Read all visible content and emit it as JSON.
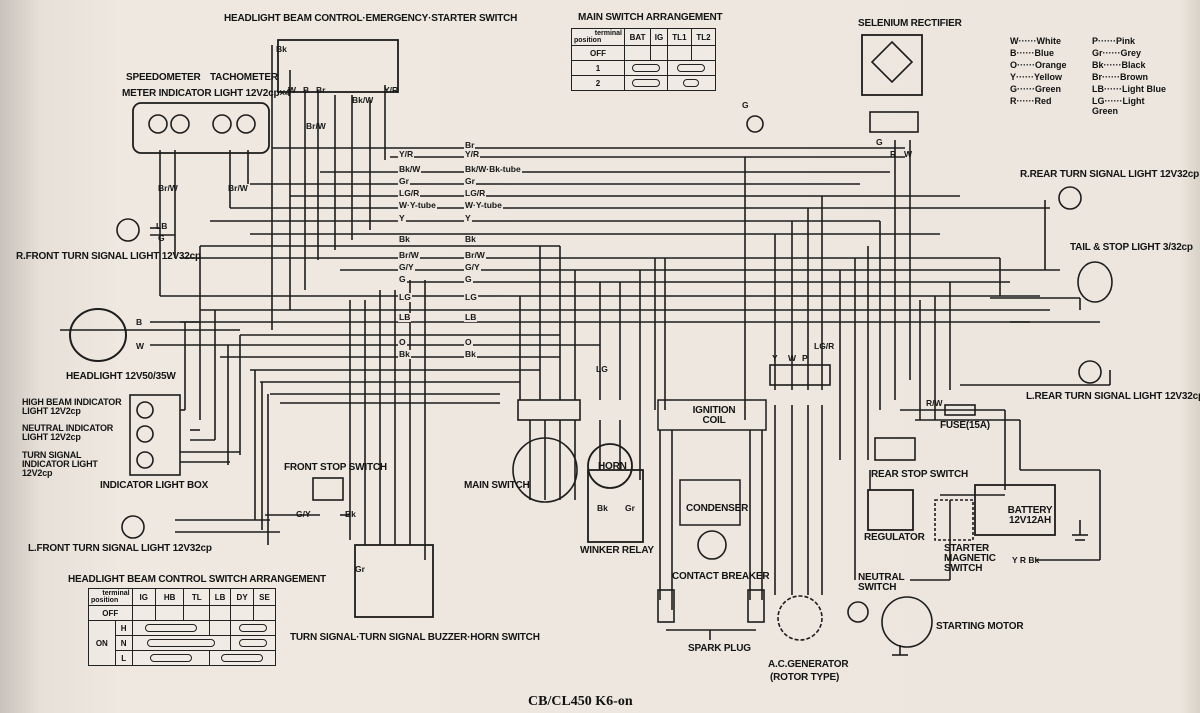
{
  "caption": "CB/CL450 K6-on",
  "components": {
    "hl_switch": "HEADLIGHT BEAM CONTROL·EMERGENCY·STARTER SWITCH",
    "main_switch_arr": "MAIN SWITCH ARRANGEMENT",
    "selenium": "SELENIUM RECTIFIER",
    "speedo": "SPEEDOMETER",
    "tacho": "TACHOMETER",
    "meter_light": "METER INDICATOR LIGHT 12V2cp×4",
    "front_r_turn": "R.FRONT TURN SIGNAL LIGHT 12V32cp",
    "headlight": "HEADLIGHT 12V50/35W",
    "high_beam": "HIGH BEAM INDICATOR LIGHT 12V2cp",
    "neutral_ind": "NEUTRAL INDICATOR LIGHT 12V2cp",
    "turn_ind": "TURN SIGNAL INDICATOR LIGHT 12V2cp",
    "ind_box": "INDICATOR LIGHT BOX",
    "front_l_turn": "L.FRONT TURN SIGNAL LIGHT 12V32cp",
    "hl_switch_arr": "HEADLIGHT BEAM CONTROL SWITCH ARRANGEMENT",
    "front_stop": "FRONT STOP SWITCH",
    "turn_switch": "TURN SIGNAL·TURN SIGNAL BUZZER·HORN SWITCH",
    "main_switch": "MAIN SWITCH",
    "horn": "HORN",
    "winker": "WINKER RELAY",
    "ign_coil": "IGNITION COIL",
    "condenser": "CONDENSER",
    "contact_breaker": "CONTACT BREAKER",
    "spark_plug": "SPARK PLUG",
    "ac_gen": "A.C.GENERATOR",
    "rotor": "(ROTOR TYPE)",
    "neutral_sw": "NEUTRAL SWITCH",
    "starting_motor": "STARTING MOTOR",
    "regulator": "REGULATOR",
    "starter_mag": "STARTER MAGNETIC SWITCH",
    "battery": "BATTERY 12V12AH",
    "fuse": "FUSE(15A)",
    "rear_stop": "REAR STOP SWITCH",
    "rear_r_turn": "R.REAR TURN SIGNAL LIGHT 12V32cp",
    "tail": "TAIL & STOP LIGHT 3/32cp",
    "rear_l_turn": "L.REAR TURN SIGNAL LIGHT 12V32cp"
  },
  "color_key": [
    {
      "code": "W",
      "name": "White"
    },
    {
      "code": "P",
      "name": "Pink"
    },
    {
      "code": "B",
      "name": "Blue"
    },
    {
      "code": "Gr",
      "name": "Grey"
    },
    {
      "code": "O",
      "name": "Orange"
    },
    {
      "code": "Bk",
      "name": "Black"
    },
    {
      "code": "Y",
      "name": "Yellow"
    },
    {
      "code": "Br",
      "name": "Brown"
    },
    {
      "code": "G",
      "name": "Green"
    },
    {
      "code": "LB",
      "name": "Light Blue"
    },
    {
      "code": "R",
      "name": "Red"
    },
    {
      "code": "LG",
      "name": "Light Green"
    }
  ],
  "main_switch_table": {
    "corner_top": "terminal",
    "corner_bottom": "position",
    "headers": [
      "BAT",
      "IG",
      "TL1",
      "TL2"
    ],
    "rows": [
      "OFF",
      "1",
      "2"
    ]
  },
  "hl_switch_table": {
    "corner_top": "terminal",
    "corner_bottom": "position",
    "headers": [
      "IG",
      "HB",
      "TL",
      "LB",
      "DY",
      "SE"
    ],
    "rows": [
      {
        "group": "OFF",
        "pos": ""
      },
      {
        "group": "ON",
        "pos": "H"
      },
      {
        "group": "",
        "pos": "N"
      },
      {
        "group": "",
        "pos": "L"
      }
    ]
  },
  "harness_labels": [
    "Br",
    "Y/R",
    "Bk/W·Bk-tube",
    "Gr",
    "LG/R",
    "W·Y-tube",
    "Y",
    "Bk",
    "Br/W",
    "G/Y",
    "G",
    "LG",
    "LB",
    "O",
    "Bk"
  ],
  "wire_labels": {
    "left": [
      "Y/R",
      "Bk/W",
      "Gr",
      "LG/R",
      "W·Y-tube",
      "Y",
      "Bk",
      "Br/W",
      "G/Y",
      "G",
      "LG",
      "LB",
      "O",
      "Bk"
    ],
    "hl_bk": "Bk",
    "hl_w": "W",
    "hl_b": "B",
    "hl_br": "Br",
    "hl_brw": "Br/W",
    "hl_bkw": "Bk/W",
    "hl_yr": "Y/R",
    "meter_brw1": "Br/W",
    "meter_brw2": "Br/W",
    "lb": "LB",
    "g": "G",
    "b": "B",
    "w": "W",
    "gy": "G/Y",
    "bk": "Bk",
    "gr": "Gr",
    "y": "Y",
    "r": "R",
    "p": "P",
    "lgr": "LG/R",
    "rw": "R/W",
    "yr": "Y/R",
    "o": "O",
    "bkw": "Bk/W",
    "lg": "LG",
    "br": "Br",
    "yrbk": "Y R Bk"
  }
}
